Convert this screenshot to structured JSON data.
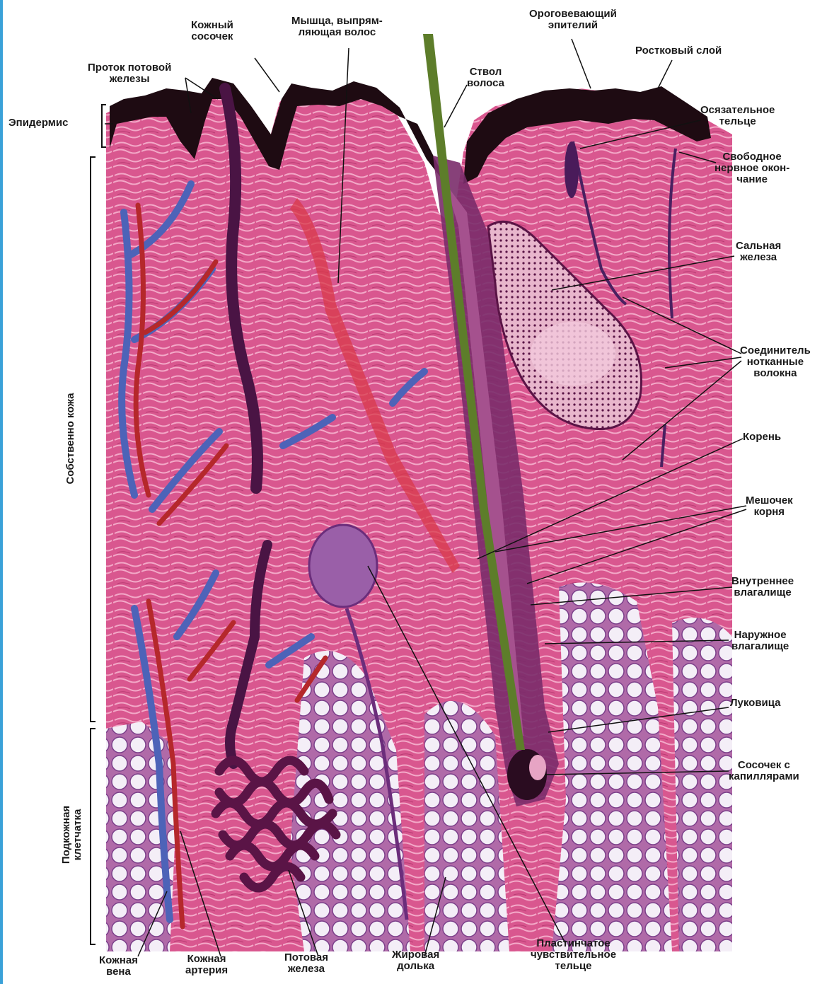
{
  "colors": {
    "dermis": "#d9578f",
    "dermis_light": "#ec8fb6",
    "epidermis": "#1e0b12",
    "hair_shaft": "#5d7d2a",
    "follicle": "#7a2c6a",
    "vein": "#4d63b8",
    "artery": "#b5282b",
    "fat_cell": "#f4eef7",
    "fat_outline": "#8a4f9a",
    "gland": "#5a1446"
  },
  "labels": {
    "epidermis": "Эпидермис",
    "skin_papilla": [
      "Кожный",
      "сосочек"
    ],
    "hair_muscle": [
      "Мышца, выпрям-",
      "ляющая волос"
    ],
    "keratin_epithelium": [
      "Ороговевающий",
      "эпителий"
    ],
    "germinal_layer": "Ростковый слой",
    "sweat_duct": [
      "Проток потовой",
      "железы"
    ],
    "hair_shaft": [
      "Ствол",
      "волоса"
    ],
    "tactile_body": [
      "Осязательное",
      "тельце"
    ],
    "free_nerve": [
      "Свободное",
      "нервное окон-",
      "чание"
    ],
    "sebaceous": [
      "Сальная",
      "железа"
    ],
    "connective": [
      "Соединитель",
      "нотканные",
      "волокна"
    ],
    "root": "Корень",
    "root_sac": [
      "Мешочек",
      "корня"
    ],
    "inner_sheath": [
      "Внутреннее",
      "влагалище"
    ],
    "outer_sheath": [
      "Наружное",
      "влагалище"
    ],
    "bulb": "Луковица",
    "papilla_caps": [
      "Сосочек с",
      "капиллярами"
    ],
    "dermis_proper": "Собственно кожа",
    "subcutis": [
      "Подкожная",
      "клетчатка"
    ],
    "skin_vein": [
      "Кожная",
      "вена"
    ],
    "skin_artery": [
      "Кожная",
      "артерия"
    ],
    "sweat_gland": [
      "Потовая",
      "железа"
    ],
    "fat_lobule": [
      "Жировая",
      "долька"
    ],
    "lamellar": [
      "Пластинчатое",
      "чувствительное",
      "тельце"
    ]
  }
}
